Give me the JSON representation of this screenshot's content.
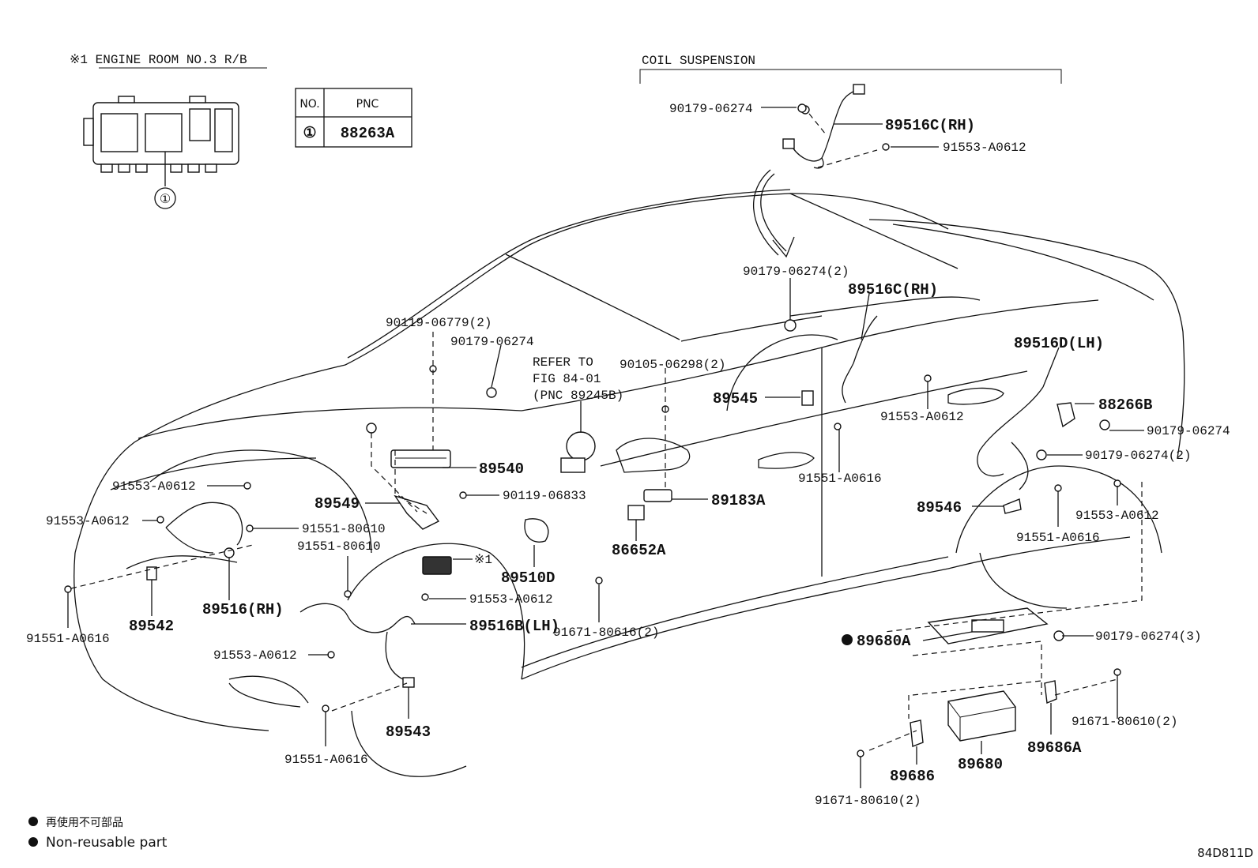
{
  "note_engine_room": "※1 ENGINE ROOM NO.3 R/B",
  "table": {
    "headers": [
      "NO.",
      "PNC"
    ],
    "rows": [
      [
        "①",
        "88263A"
      ]
    ]
  },
  "engine_room_callout": "①",
  "coil_suspension": "COIL SUSPENSION",
  "refer": [
    "REFER TO",
    "FIG 84-01",
    "(PNC 89245B)"
  ],
  "star_ref": "※1",
  "legend": {
    "jp": "再使用不可部品",
    "en": "Non-reusable part"
  },
  "figure_code": "84D811D",
  "labels": {
    "l1": "90179-06274",
    "l2": "89516C(RH)",
    "l3": "91553-A0612",
    "l4": "90179-06274(2)",
    "l5": "89516C(RH)",
    "l6": "90119-06779(2)",
    "l7": "90179-06274",
    "l8": "90105-06298(2)",
    "l9": "89545",
    "l10": "89516D(LH)",
    "l11": "88266B",
    "l12": "90179-06274",
    "l13": "91553-A0612",
    "l14": "90179-06274(2)",
    "l15": "89540",
    "l16": "91551-A0616",
    "l17": "91553-A0612",
    "l18": "91553-A0612",
    "l19": "89549",
    "l20": "90119-06833",
    "l21": "89183A",
    "l22": "89546",
    "l23": "91553-A0612",
    "l24": "91551-80610",
    "l25": "91551-80610",
    "l26": "86652A",
    "l27": "91551-A0616",
    "l28": "89510D",
    "l29": "91553-A0612",
    "l30": "89516(RH)",
    "l31": "89542",
    "l32": "89516B(LH)",
    "l33": "91671-80616(2)",
    "l34": "89680A",
    "l35": "90179-06274(3)",
    "l36": "91551-A0616",
    "l37": "91553-A0612",
    "l38": "91671-80610(2)",
    "l39": "89543",
    "l40": "89686A",
    "l41": "89686",
    "l42": "89680",
    "l43": "91551-A0616",
    "l44": "91671-80610(2)"
  }
}
